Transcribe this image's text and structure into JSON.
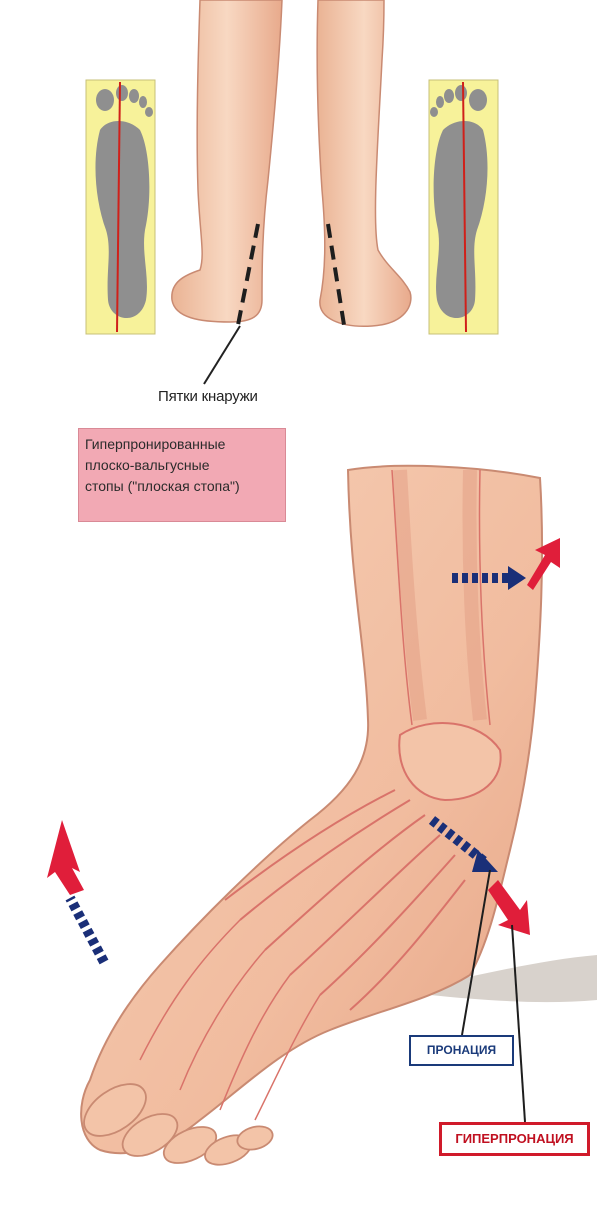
{
  "labels": {
    "heels_outward": "Пятки кнаружи",
    "flatfoot_box": [
      "Гиперпронированные",
      "плоско-вальгусные",
      "стопы (\"плоская стопа\")"
    ],
    "pronation": "ПРОНАЦИЯ",
    "hyperpronation": "ГИПЕРПРОНАЦИЯ"
  },
  "colors": {
    "skin": "#f4c9ad",
    "skin_shade": "#e7a98a",
    "bone_line": "#d9736a",
    "footprint_panel": "#f7f29a",
    "footprint": "#8f8f8f",
    "axis_line": "#d0201a",
    "blue_arrow": "#1a2f78",
    "red_arrow": "#e01e3a",
    "label_box_bg": "#f2a9b4"
  }
}
